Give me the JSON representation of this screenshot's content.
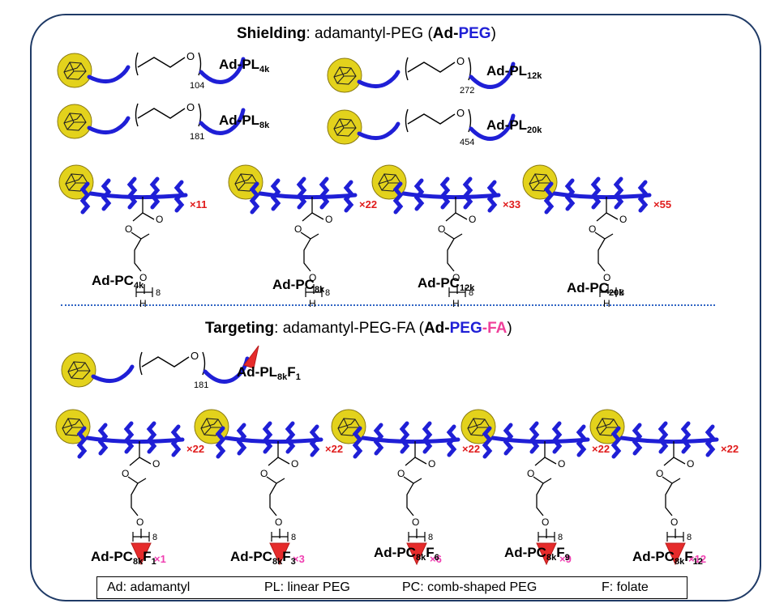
{
  "shielding": {
    "title_bold": "Shielding",
    "title_rest": ": adamantyl-PEG (",
    "title_ad": "Ad-",
    "title_peg": "PEG",
    "title_close": ")"
  },
  "targeting": {
    "title_bold": "Targeting",
    "title_rest": ": adamantyl-PEG-FA (",
    "title_ad": "Ad-",
    "title_peg": "PEG",
    "title_dash": "-",
    "title_fa": "FA",
    "title_close": ")"
  },
  "linear": [
    {
      "name": "Ad-PL",
      "sub": "4k",
      "repeat": "104"
    },
    {
      "name": "Ad-PL",
      "sub": "12k",
      "repeat": "272"
    },
    {
      "name": "Ad-PL",
      "sub": "8k",
      "repeat": "181"
    },
    {
      "name": "Ad-PL",
      "sub": "20k",
      "repeat": "454"
    }
  ],
  "comb": [
    {
      "name": "Ad-PC",
      "sub": "4k",
      "mult": "×11"
    },
    {
      "name": "Ad-PC",
      "sub": "8k",
      "mult": "×22"
    },
    {
      "name": "Ad-PC",
      "sub": "12k",
      "mult": "×33"
    },
    {
      "name": "Ad-PC",
      "sub": "20k",
      "mult": "×55"
    }
  ],
  "linear_fa": {
    "name": "Ad-PL",
    "sub": "8k",
    "name2": "F",
    "sub2": "1",
    "repeat": "181"
  },
  "comb_fa": [
    {
      "name": "Ad-PC",
      "sub": "8k",
      "name2": "F",
      "sub2": "1",
      "mult": "×22",
      "fa": "×1"
    },
    {
      "name": "Ad-PC",
      "sub": "8k",
      "name2": "F",
      "sub2": "3",
      "mult": "×22",
      "fa": "×3"
    },
    {
      "name": "Ad-PC",
      "sub": "8k",
      "name2": "F",
      "sub2": "6",
      "mult": "×22",
      "fa": "×6"
    },
    {
      "name": "Ad-PC",
      "sub": "8k",
      "name2": "F",
      "sub2": "9",
      "mult": "×22",
      "fa": "×9"
    },
    {
      "name": "Ad-PC",
      "sub": "8k",
      "name2": "F",
      "sub2": "12",
      "mult": "×22",
      "fa": "×12"
    }
  ],
  "chem": {
    "O": "O",
    "H": "H",
    "n8": "8"
  },
  "legend": [
    "Ad: adamantyl",
    "PL: linear PEG",
    "PC: comb-shaped PEG",
    "F: folate"
  ],
  "colors": {
    "adamantyl": "#e3d21c",
    "peg": "#1f1fd6",
    "folate": "#e62b2b",
    "multiplier": "#e01b1b",
    "folate_count": "#f03fb1",
    "frame": "#1f3a66",
    "divider": "#2e63c4"
  }
}
